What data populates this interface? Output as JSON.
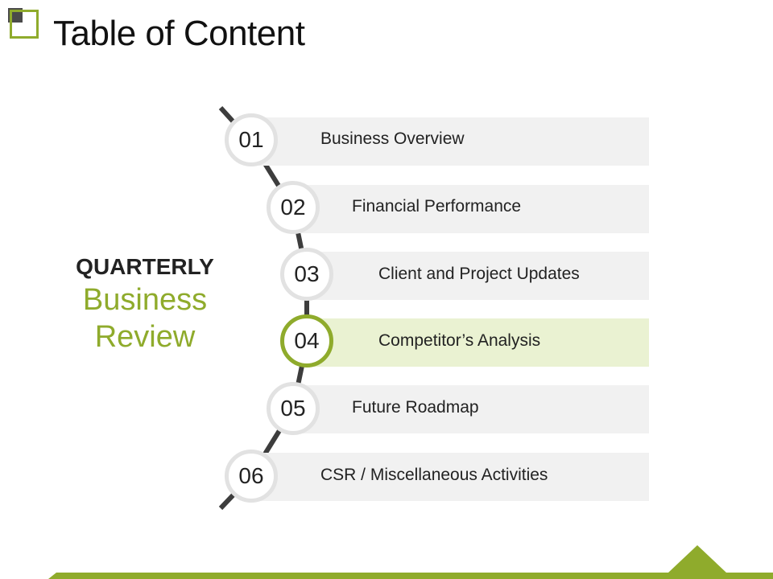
{
  "header": {
    "title": "Table of Content"
  },
  "side_title": {
    "line1": "QUARTERLY",
    "line2": "Business",
    "line3": "Review"
  },
  "items": [
    {
      "number": "01",
      "label": "Business Overview"
    },
    {
      "number": "02",
      "label": "Financial Performance"
    },
    {
      "number": "03",
      "label": "Client and Project Updates"
    },
    {
      "number": "04",
      "label": "Competitor’s Analysis",
      "highlighted": true
    },
    {
      "number": "05",
      "label": "Future Roadmap"
    },
    {
      "number": "06",
      "label": "CSR / Miscellaneous Activities"
    }
  ],
  "colors": {
    "accent": "#8fab2c",
    "bar": "#f1f1f1",
    "bar_highlight": "#eaf2d2",
    "ring": "#e2e2e2",
    "connector": "#3d3d3d"
  }
}
